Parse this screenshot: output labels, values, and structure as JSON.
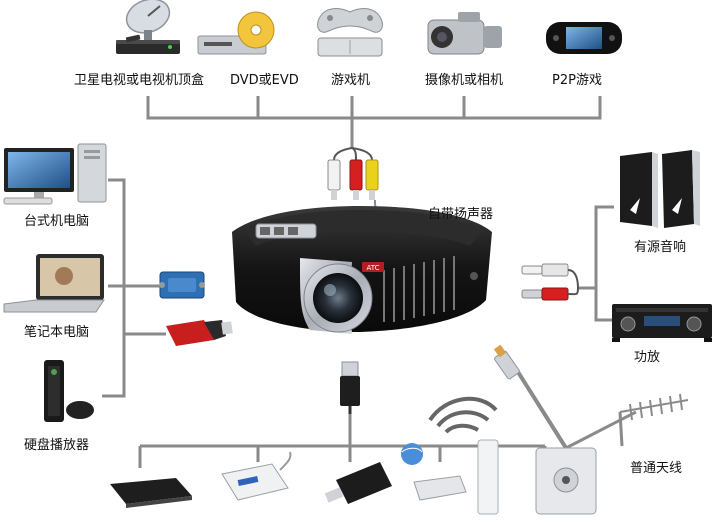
{
  "top_devices": [
    {
      "id": "satellite-box",
      "label": "卫星电视或电视机顶盒"
    },
    {
      "id": "dvd-player",
      "label": "DVD或EVD"
    },
    {
      "id": "game-console",
      "label": "游戏机"
    },
    {
      "id": "camcorder",
      "label": "摄像机或相机"
    },
    {
      "id": "psp",
      "label": "P2P游戏"
    }
  ],
  "left_devices": [
    {
      "id": "desktop-pc",
      "label": "台式机电脑"
    },
    {
      "id": "laptop",
      "label": "笔记本电脑"
    },
    {
      "id": "hd-player",
      "label": "硬盘播放器"
    }
  ],
  "right_devices": [
    {
      "id": "active-speakers",
      "label": "有源音响"
    },
    {
      "id": "amplifier",
      "label": "功放"
    },
    {
      "id": "antenna",
      "label": "普通天线"
    }
  ],
  "center": {
    "speaker_label": "自带扬声器",
    "projector_badge": "ATC"
  },
  "colors": {
    "line": "#8a8a8a",
    "rca_red": "#d62020",
    "rca_yellow": "#e8d21a",
    "rca_white": "#f2f2f2",
    "vga_blue": "#2f6fb3",
    "hdmi_red": "#c81e1e",
    "projector_body": "#1b1b1b",
    "projector_silver": "#b9bec6"
  }
}
